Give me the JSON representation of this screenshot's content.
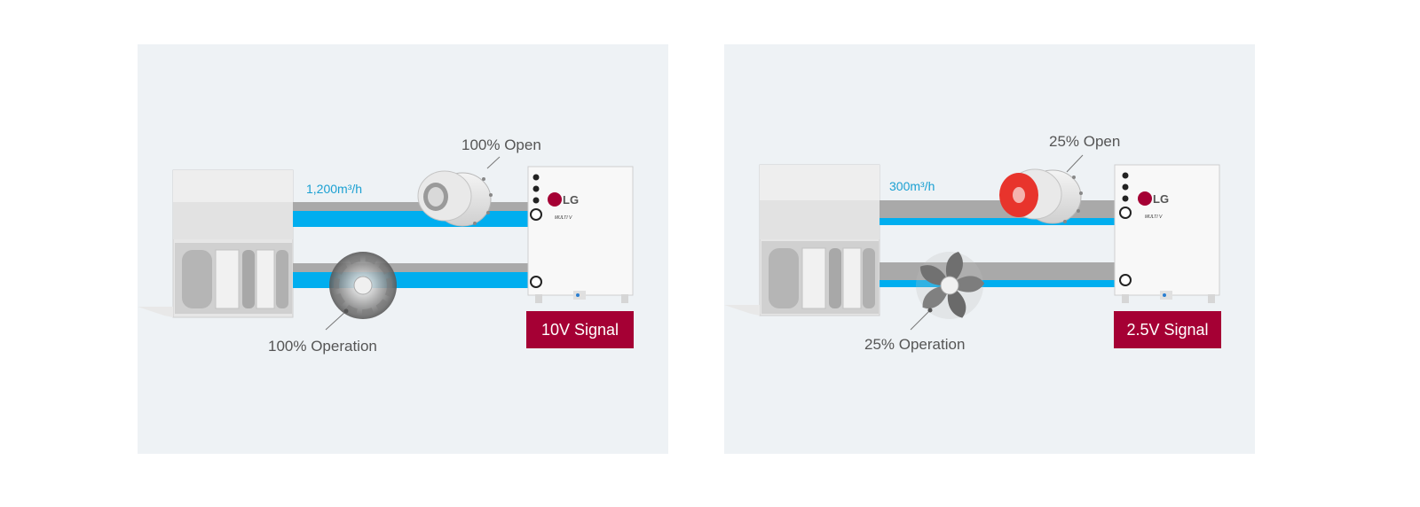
{
  "brand": {
    "logo_text": "LG",
    "model_text": "MULTI V",
    "colors": {
      "accent": "#a50034",
      "duct_blue": "#00aeef",
      "duct_gray": "#a9a9a9",
      "panel_bg": "#eef2f5",
      "valve_closed": "#e8342c",
      "flow_text": "#1aa0d2"
    }
  },
  "panels": [
    {
      "id": "full",
      "flow_label": "1,200m³/h",
      "valve_label": "100% Open",
      "fan_label": "100% Operation",
      "signal_label": "10V Signal",
      "valve_opening_percent": 100,
      "fan_operation_percent": 100
    },
    {
      "id": "partial",
      "flow_label": "300m³/h",
      "valve_label": "25% Open",
      "fan_label": "25% Operation",
      "signal_label": "2.5V Signal",
      "valve_opening_percent": 25,
      "fan_operation_percent": 25
    }
  ]
}
